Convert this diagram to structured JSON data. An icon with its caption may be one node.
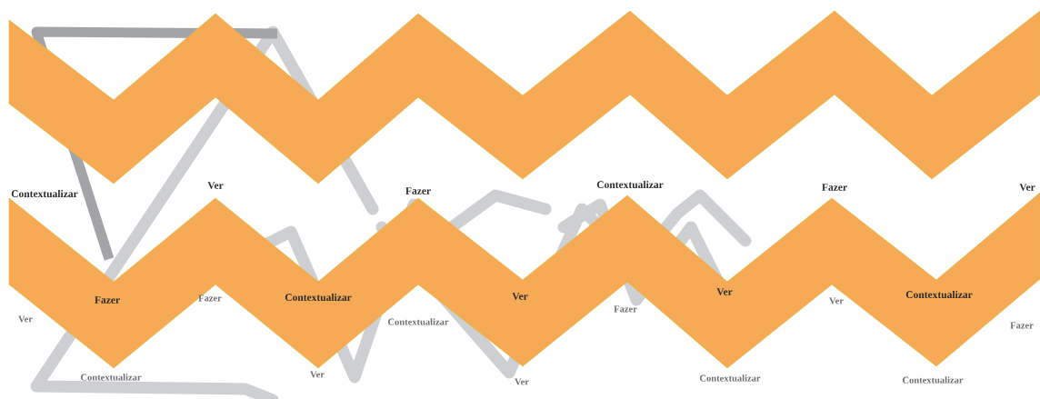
{
  "diagram": {
    "labels": [
      "Contextualizar",
      "Ver",
      "Fazer",
      "Contextualizar",
      "Fazer",
      "Ver",
      "Ver",
      "Fazer",
      "Fazer",
      "Contextualizar",
      "Contextualizar",
      "Ver",
      "Fazer",
      "Ver",
      "Ver",
      "Contextualizar",
      "Fazer",
      "Contextualizar",
      "Ver",
      "Ver",
      "Contextualizar",
      "Contextualizar"
    ]
  }
}
